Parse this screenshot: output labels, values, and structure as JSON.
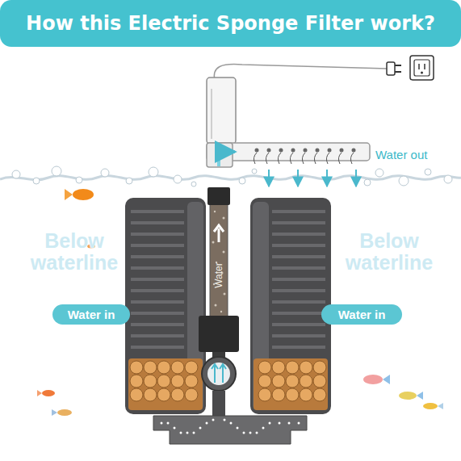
{
  "diagram": {
    "title": "How this Electric Sponge Filter work?",
    "nodes": [
      {
        "text": [
          "Water in"
        ]
      },
      {
        "text": [
          "Water in"
        ]
      }
    ],
    "labels": [
      "Water out",
      "Below waterline",
      "Below waterline",
      "Water"
    ]
  }
}
